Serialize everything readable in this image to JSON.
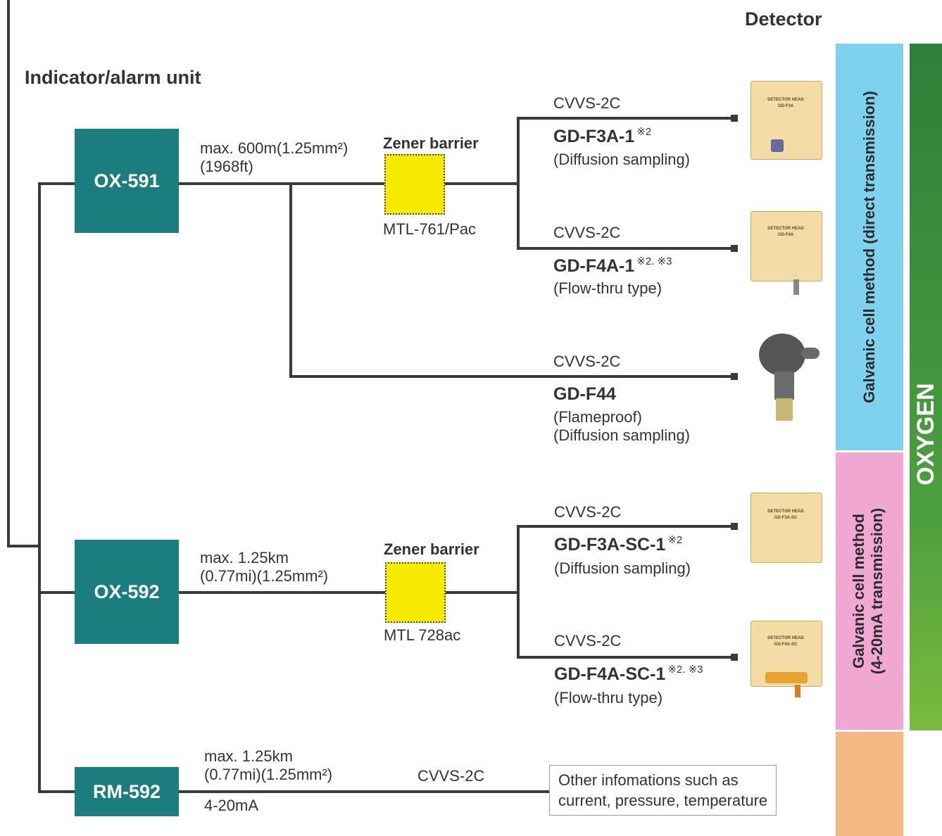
{
  "headings": {
    "detector": "Detector",
    "indicator": "Indicator/alarm unit"
  },
  "units": [
    {
      "id": "ox591",
      "label": "OX-591",
      "cable": [
        "max. 600m(1.25mm²)",
        "(1968ft)"
      ]
    },
    {
      "id": "ox592",
      "label": "OX-592",
      "cable": [
        "max. 1.25km",
        "(0.77mi)(1.25mm²)"
      ]
    },
    {
      "id": "rm592",
      "label": "RM-592",
      "cable": [
        "max. 1.25km",
        "(0.77mi)(1.25mm²)"
      ],
      "signal": "4-20mA",
      "cable_type": "CVVS-2C"
    }
  ],
  "barriers": [
    {
      "title": "Zener barrier",
      "model": "MTL-761/Pac"
    },
    {
      "title": "Zener barrier",
      "model": "MTL 728ac"
    }
  ],
  "detectors": [
    {
      "cable": "CVVS-2C",
      "model": "GD-F3A-1",
      "notes": "※2",
      "desc": [
        "(Diffusion sampling)"
      ],
      "plate": [
        "DETECTOR HEAD",
        "GD-F3A"
      ]
    },
    {
      "cable": "CVVS-2C",
      "model": "GD-F4A-1",
      "notes": "※2. ※3",
      "desc": [
        "(Flow-thru type)"
      ],
      "plate": [
        "DETECTOR HEAD",
        "GD-F4A"
      ]
    },
    {
      "cable": "CVVS-2C",
      "model": "GD-F44",
      "notes": "",
      "desc": [
        "(Flameproof)",
        "(Diffusion sampling)"
      ]
    },
    {
      "cable": "CVVS-2C",
      "model": "GD-F3A-SC-1",
      "notes": "※2",
      "desc": [
        "(Diffusion sampling)"
      ],
      "plate": [
        "DETECTOR HEAD",
        "GD-F3A-SC"
      ]
    },
    {
      "cable": "CVVS-2C",
      "model": "GD-F4A-SC-1",
      "notes": "※2. ※3",
      "desc": [
        "(Flow-thru type)"
      ],
      "plate": [
        "DETECTOR HEAD",
        "GD-F4A-SC"
      ]
    }
  ],
  "other_info": [
    "Other infomations such as",
    "current, pressure, temperature"
  ],
  "bands": {
    "direct": "Galvanic cell method (direct transmission)",
    "analog_1": "Galvanic cell method",
    "analog_2": "(4-20mA transmission)",
    "gas": "OXYGEN"
  },
  "colors": {
    "unit": "#1b7d7d",
    "barrier": "#f6ea00",
    "band_direct": "#7fd2ee",
    "band_analog": "#f0a8d2",
    "band_other": "#f3b884",
    "band_gas": "#2e8b3d"
  }
}
